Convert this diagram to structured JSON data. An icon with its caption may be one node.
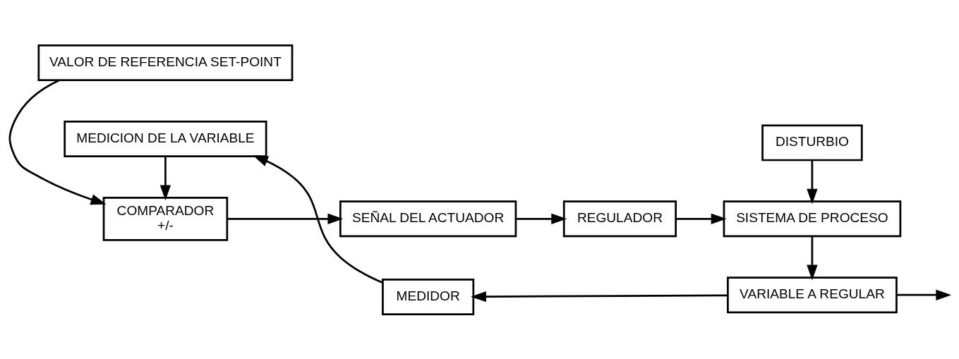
{
  "diagram": {
    "nodes": [
      {
        "text": [
          "VALOR DE REFERENCIA SET-POINT"
        ]
      },
      {
        "text": [
          "DISTURBIO"
        ]
      },
      {
        "text": [
          "COMPARADOR",
          "+/-"
        ]
      },
      {
        "text": [
          "SEÑAL DEL ACTUADOR"
        ]
      },
      {
        "text": [
          "REGULADOR"
        ]
      },
      {
        "text": [
          "SISTEMA DE PROCESO"
        ]
      },
      {
        "text": [
          "MEDICION DE LA VARIABLE"
        ]
      },
      {
        "text": [
          "MEDIDOR"
        ]
      },
      {
        "text": [
          "VARIABLE A REGULAR"
        ]
      }
    ],
    "edges": [
      {
        "from": 0,
        "to": 2,
        "arrow": "to"
      },
      {
        "from": 2,
        "to": 3,
        "arrow": "to"
      },
      {
        "from": 3,
        "to": 4,
        "arrow": "to"
      },
      {
        "from": 4,
        "to": 5,
        "arrow": "to"
      },
      {
        "from": 1,
        "to": 5,
        "arrow": "to"
      },
      {
        "from": 5,
        "to": 8,
        "arrow": "to"
      },
      {
        "from": 8,
        "to": 7,
        "arrow": "to"
      },
      {
        "from": 7,
        "to": 6,
        "arrow": "to"
      },
      {
        "from": 6,
        "to": 2,
        "arrow": "to"
      },
      {
        "from": 8,
        "to": null,
        "arrow": "to"
      }
    ]
  }
}
